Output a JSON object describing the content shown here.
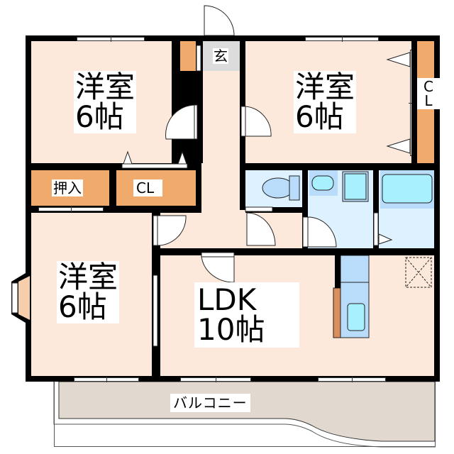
{
  "floorplan": {
    "rooms": {
      "western_room_nw": {
        "name": "洋室",
        "size": "6帖"
      },
      "western_room_ne": {
        "name": "洋室",
        "size": "6帖"
      },
      "western_room_sw": {
        "name": "洋室",
        "size": "6帖"
      },
      "ldk": {
        "name": "LDK",
        "size": "10帖"
      }
    },
    "storage": {
      "oshiire": "押入",
      "closet_w": "CL",
      "closet_e_line1": "C",
      "closet_e_line2": "L"
    },
    "entrance": "玄",
    "balcony": "バルコニー"
  },
  "colors": {
    "room": "#fde9db",
    "closet": "#f0aa6c",
    "wet_area": "#ddf2fe",
    "fixture": "#a8f0fe",
    "fixture_base": "#b9dcfa",
    "entrance": "#dcdcdc",
    "balcony": "#e1d8cf",
    "bay_window": "#f5cfad",
    "kitchen_counter": "#d98f5b"
  }
}
